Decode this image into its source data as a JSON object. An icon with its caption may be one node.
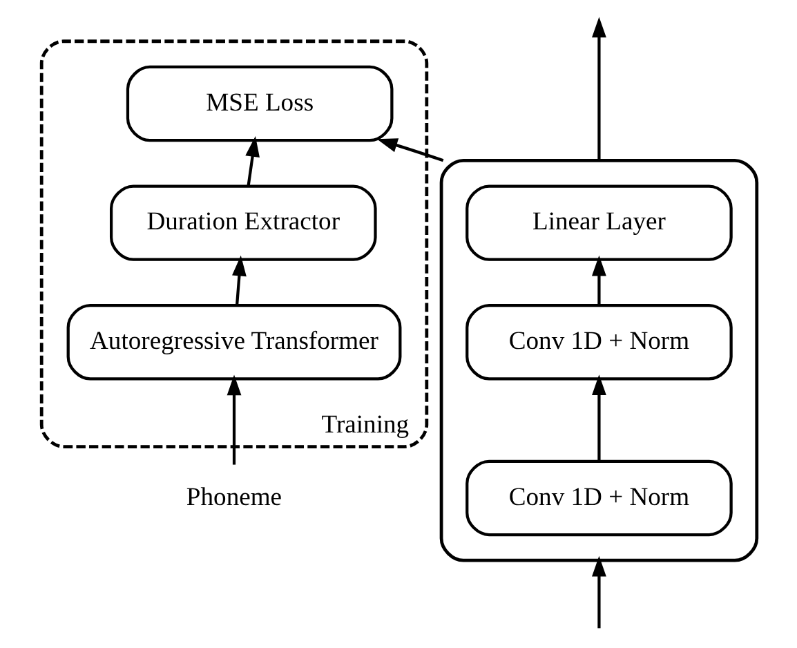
{
  "diagram": {
    "nodes": [
      {
        "text": [],
        "shape": "box"
      },
      {
        "text": [
          "Linear Layer"
        ],
        "in": 0
      },
      {
        "text": [
          "Conv 1D + Norm"
        ],
        "in": 0
      },
      {
        "text": [
          "Conv 1D + Norm"
        ],
        "in": 0
      },
      {
        "text": [
          "Training"
        ]
      },
      {
        "text": [
          "MSE Loss"
        ],
        "in": 4
      },
      {
        "text": [
          "Duration Extractor"
        ],
        "in": 4
      },
      {
        "text": [
          "Autoregressive Transformer"
        ],
        "in": 4
      },
      {
        "text": [
          "Phoneme"
        ]
      }
    ],
    "edges": [
      {
        "from": 0,
        "to": null,
        "arrow": "to"
      },
      {
        "from": 0,
        "to": 5,
        "arrow": "to"
      },
      {
        "from": 2,
        "to": 1,
        "arrow": "to"
      },
      {
        "from": 3,
        "to": 2,
        "arrow": "to"
      },
      {
        "from": null,
        "to": 0,
        "arrow": "to"
      },
      {
        "from": 8,
        "to": 7,
        "arrow": "to"
      },
      {
        "from": 7,
        "to": 6,
        "arrow": "to"
      },
      {
        "from": 6,
        "to": 5,
        "arrow": "to"
      }
    ]
  }
}
